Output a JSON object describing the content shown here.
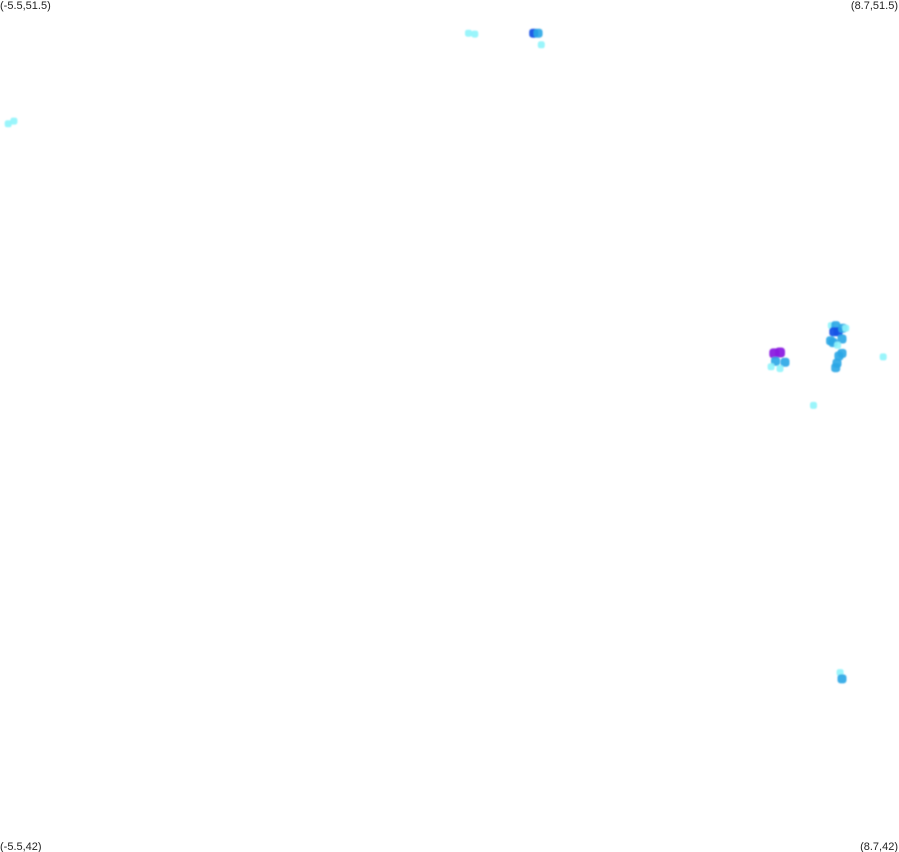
{
  "map": {
    "corners": {
      "top_left": "(-5.5,51.5)",
      "top_right": "(8.7,51.5)",
      "bottom_left": "(-5.5,42)",
      "bottom_right": "(8.7,42)"
    },
    "extent": {
      "lon_min": -5.5,
      "lon_max": 8.7,
      "lat_min": 42,
      "lat_max": 51.5
    },
    "density_colors": {
      "low": "#8ff4fb",
      "medium": "#2aa6e6",
      "high": "#1553e6",
      "peak": "#8b1ee0"
    },
    "hotspots": [
      {
        "lon": -5.37,
        "lat": 50.12,
        "level": "low"
      },
      {
        "lon": -5.28,
        "lat": 50.15,
        "level": "low"
      },
      {
        "lon": 1.9,
        "lat": 51.13,
        "level": "low"
      },
      {
        "lon": 2.0,
        "lat": 51.12,
        "level": "low"
      },
      {
        "lon": 2.93,
        "lat": 51.13,
        "level": "high"
      },
      {
        "lon": 3.0,
        "lat": 51.13,
        "level": "medium"
      },
      {
        "lon": 3.05,
        "lat": 51.0,
        "level": "low"
      },
      {
        "lon": 6.73,
        "lat": 47.56,
        "level": "peak"
      },
      {
        "lon": 6.82,
        "lat": 47.57,
        "level": "peak"
      },
      {
        "lon": 6.9,
        "lat": 47.46,
        "level": "medium"
      },
      {
        "lon": 6.75,
        "lat": 47.47,
        "level": "medium"
      },
      {
        "lon": 6.68,
        "lat": 47.41,
        "level": "low"
      },
      {
        "lon": 6.82,
        "lat": 47.39,
        "level": "low"
      },
      {
        "lon": 7.35,
        "lat": 46.98,
        "level": "low"
      },
      {
        "lon": 7.63,
        "lat": 47.87,
        "level": "low"
      },
      {
        "lon": 7.7,
        "lat": 47.87,
        "level": "medium"
      },
      {
        "lon": 7.67,
        "lat": 47.8,
        "level": "high"
      },
      {
        "lon": 7.74,
        "lat": 47.8,
        "level": "high"
      },
      {
        "lon": 7.81,
        "lat": 47.84,
        "level": "medium"
      },
      {
        "lon": 7.86,
        "lat": 47.84,
        "level": "low"
      },
      {
        "lon": 7.62,
        "lat": 47.7,
        "level": "medium"
      },
      {
        "lon": 7.66,
        "lat": 47.68,
        "level": "medium"
      },
      {
        "lon": 7.8,
        "lat": 47.72,
        "level": "medium"
      },
      {
        "lon": 7.73,
        "lat": 47.65,
        "level": "low"
      },
      {
        "lon": 7.8,
        "lat": 47.56,
        "level": "medium"
      },
      {
        "lon": 7.75,
        "lat": 47.53,
        "level": "medium"
      },
      {
        "lon": 7.72,
        "lat": 47.45,
        "level": "medium"
      },
      {
        "lon": 7.7,
        "lat": 47.4,
        "level": "medium"
      },
      {
        "lon": 8.45,
        "lat": 47.52,
        "level": "low"
      },
      {
        "lon": 7.77,
        "lat": 44.0,
        "level": "low"
      },
      {
        "lon": 7.8,
        "lat": 43.93,
        "level": "medium"
      }
    ]
  }
}
